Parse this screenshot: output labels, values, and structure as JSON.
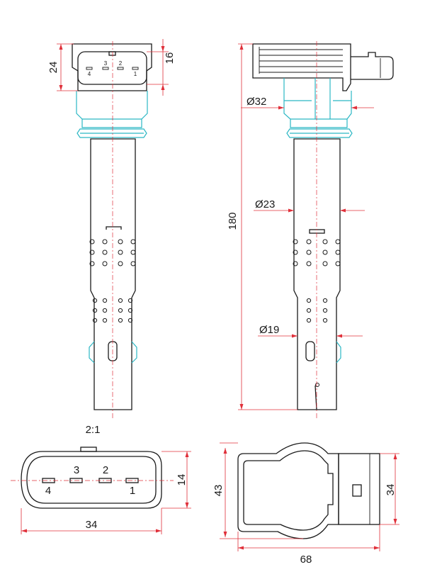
{
  "dimensions": {
    "connector_height": "24",
    "connector_top": "16",
    "collar_diameter": "Ø32",
    "tube_diameter": "Ø23",
    "tip_diameter": "Ø19",
    "overall_length": "180",
    "plug_width": "34",
    "plug_height": "14",
    "base_height": "43",
    "base_width": "68",
    "base_side": "34"
  },
  "scale_label": "2:1",
  "pins": [
    "4",
    "3",
    "2",
    "1"
  ],
  "colors": {
    "outline": "#1a1a1a",
    "dimension": "#e0303a",
    "highlight": "#2bb7c4"
  }
}
